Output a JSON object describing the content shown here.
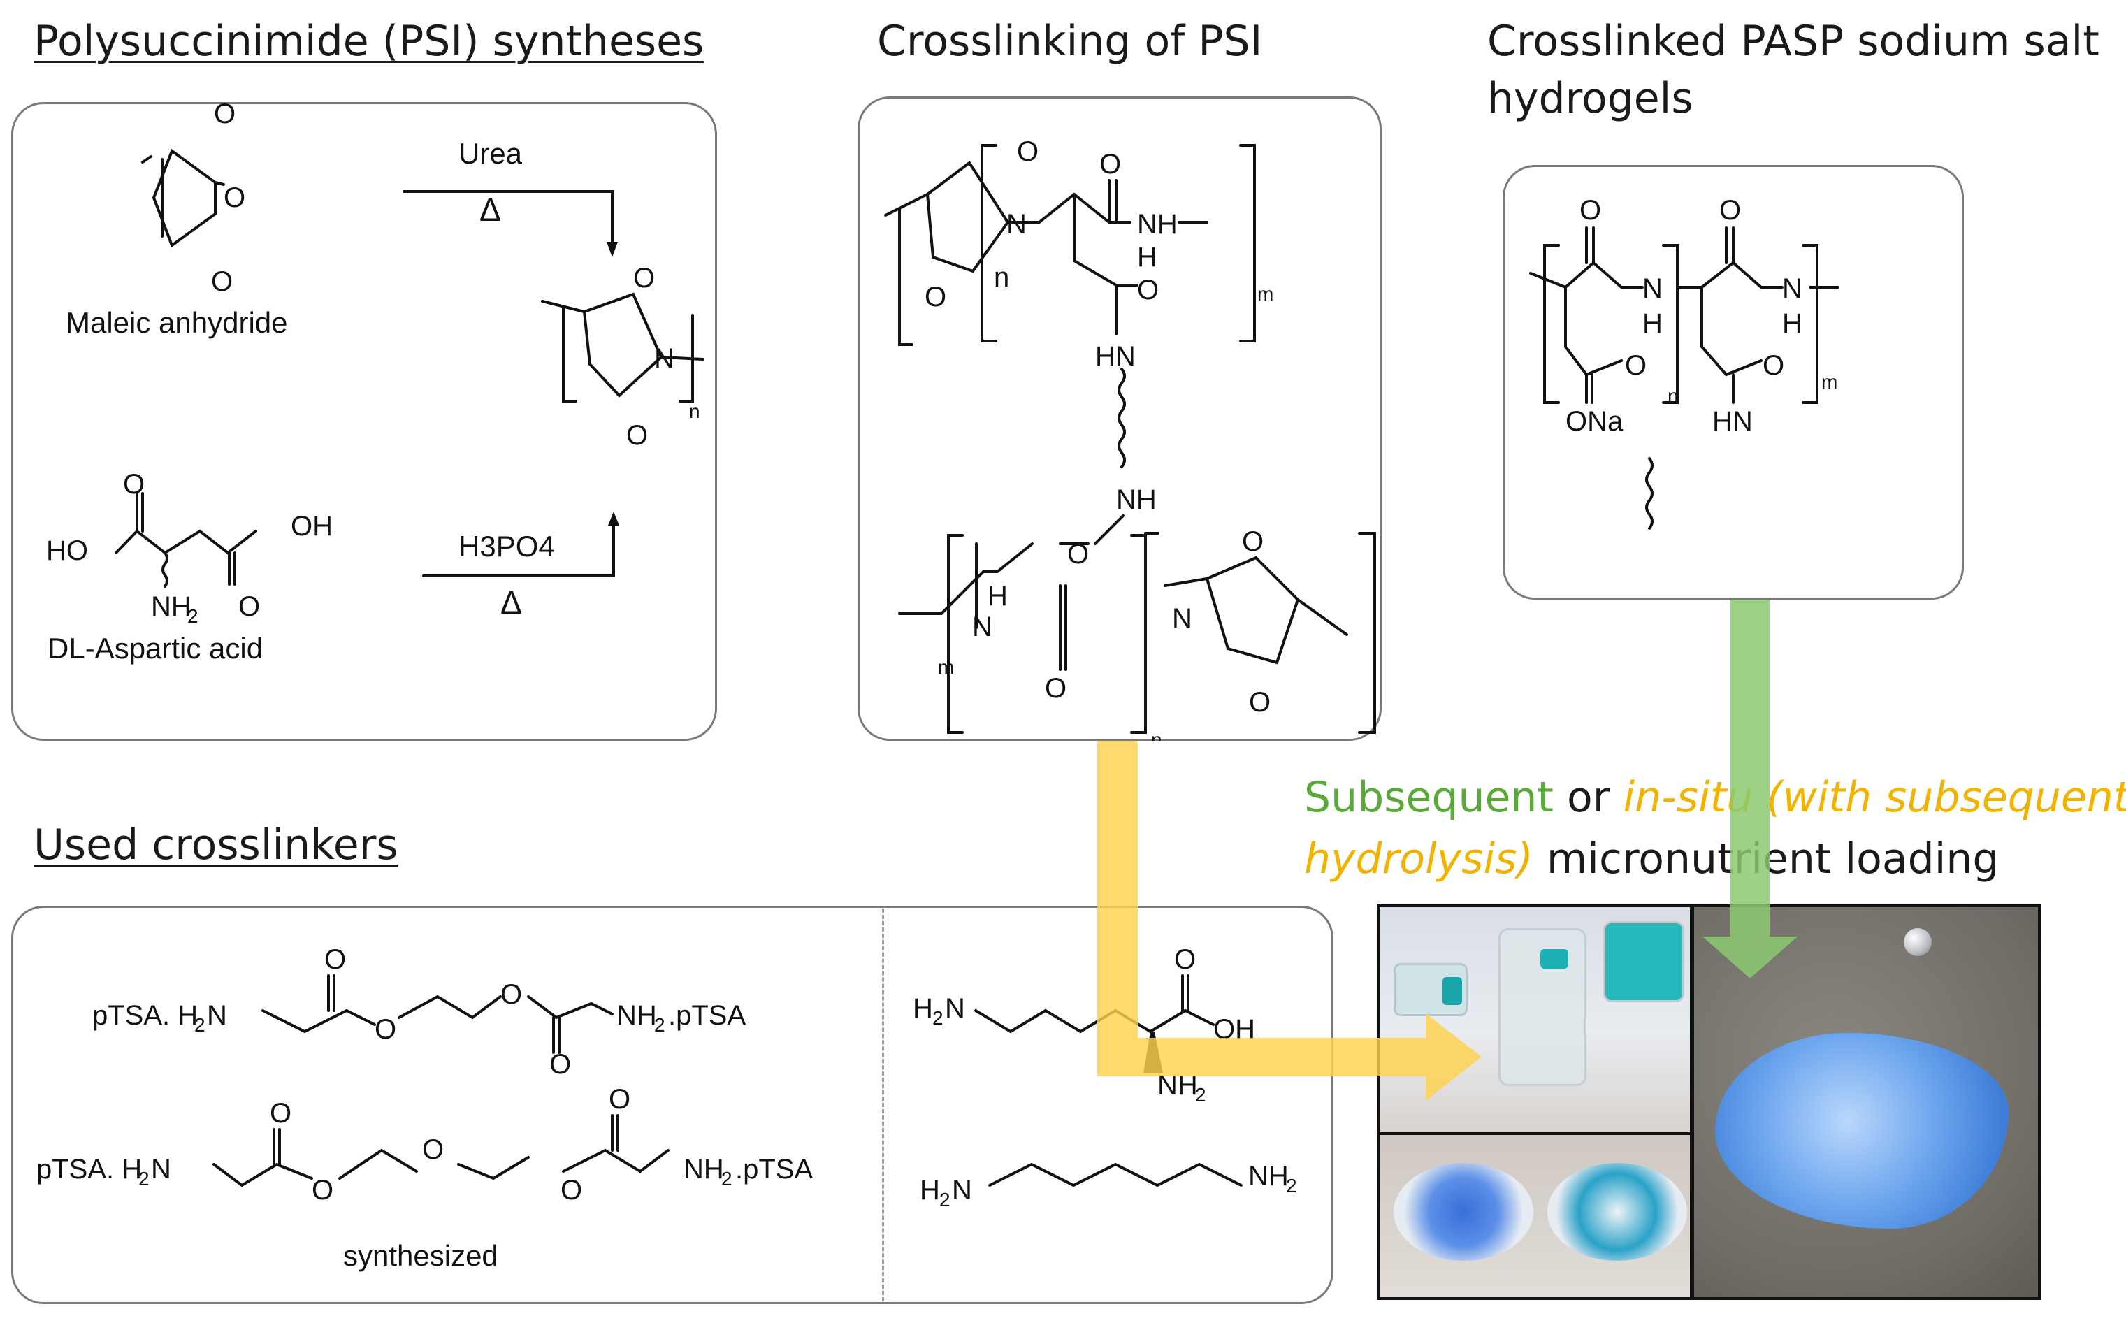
{
  "headings": {
    "psi_syntheses": "Polysuccinimide (PSI) syntheses",
    "crosslinking": "Crosslinking of PSI",
    "pasp_line1": "Crosslinked PASP sodium salt",
    "pasp_line2": "hydrogels",
    "crosslinkers": "Used crosslinkers"
  },
  "loading": {
    "subsequent": "Subsequent",
    "or": " or ",
    "insitu_line1": "in-situ (with subsequent",
    "insitu_line2": "hydrolysis)",
    "rest": " micronutrient loading"
  },
  "psi_panel": {
    "maleic_label": "Maleic anhydride",
    "aspartic_label": "DL-Aspartic acid",
    "reagent_top": "Urea",
    "heat_top": "Δ",
    "reagent_bottom": "H3PO4",
    "heat_bottom": "Δ"
  },
  "crosslinker_panel": {
    "synthesized": "synthesized"
  },
  "colors": {
    "green_arrow": "#8cc96e",
    "yellow_arrow": "#ffd24d",
    "panel_border": "#7a7a7a"
  }
}
